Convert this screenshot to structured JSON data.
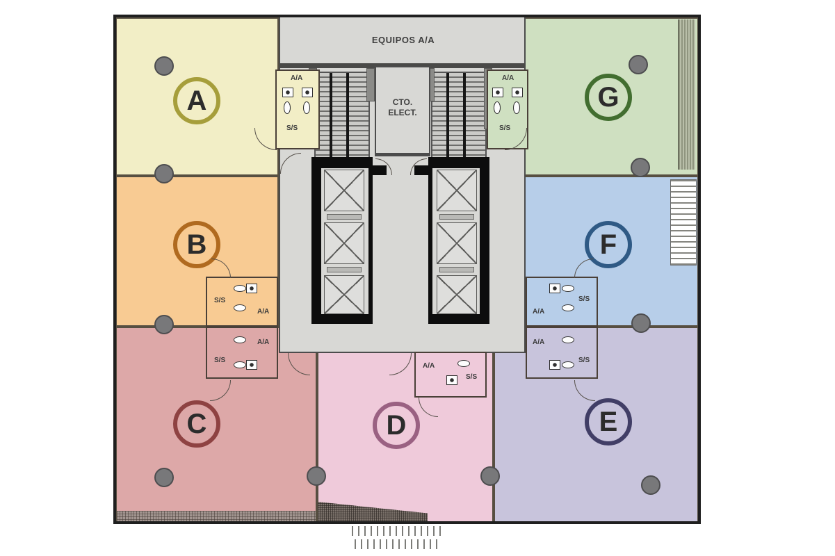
{
  "plan": {
    "core": {
      "equipment_room_label": "EQUIPOS A/A",
      "electrical_room_label": "CTO. ELECT."
    },
    "labels": {
      "air_conditioning": "A/A",
      "sanitary": "S/S"
    },
    "zones": [
      {
        "id": "A",
        "label": "A",
        "fill": "#f2eec6",
        "ring": "#a69e3b"
      },
      {
        "id": "B",
        "label": "B",
        "fill": "#f8cb93",
        "ring": "#b06a1f"
      },
      {
        "id": "C",
        "label": "C",
        "fill": "#dda8a8",
        "ring": "#8e4242"
      },
      {
        "id": "D",
        "label": "D",
        "fill": "#efcada",
        "ring": "#9a6182"
      },
      {
        "id": "E",
        "label": "E",
        "fill": "#c8c4dc",
        "ring": "#413e66"
      },
      {
        "id": "F",
        "label": "F",
        "fill": "#b7cee9",
        "ring": "#2f5a85"
      },
      {
        "id": "G",
        "label": "G",
        "fill": "#cfe0c1",
        "ring": "#426e30"
      }
    ]
  }
}
